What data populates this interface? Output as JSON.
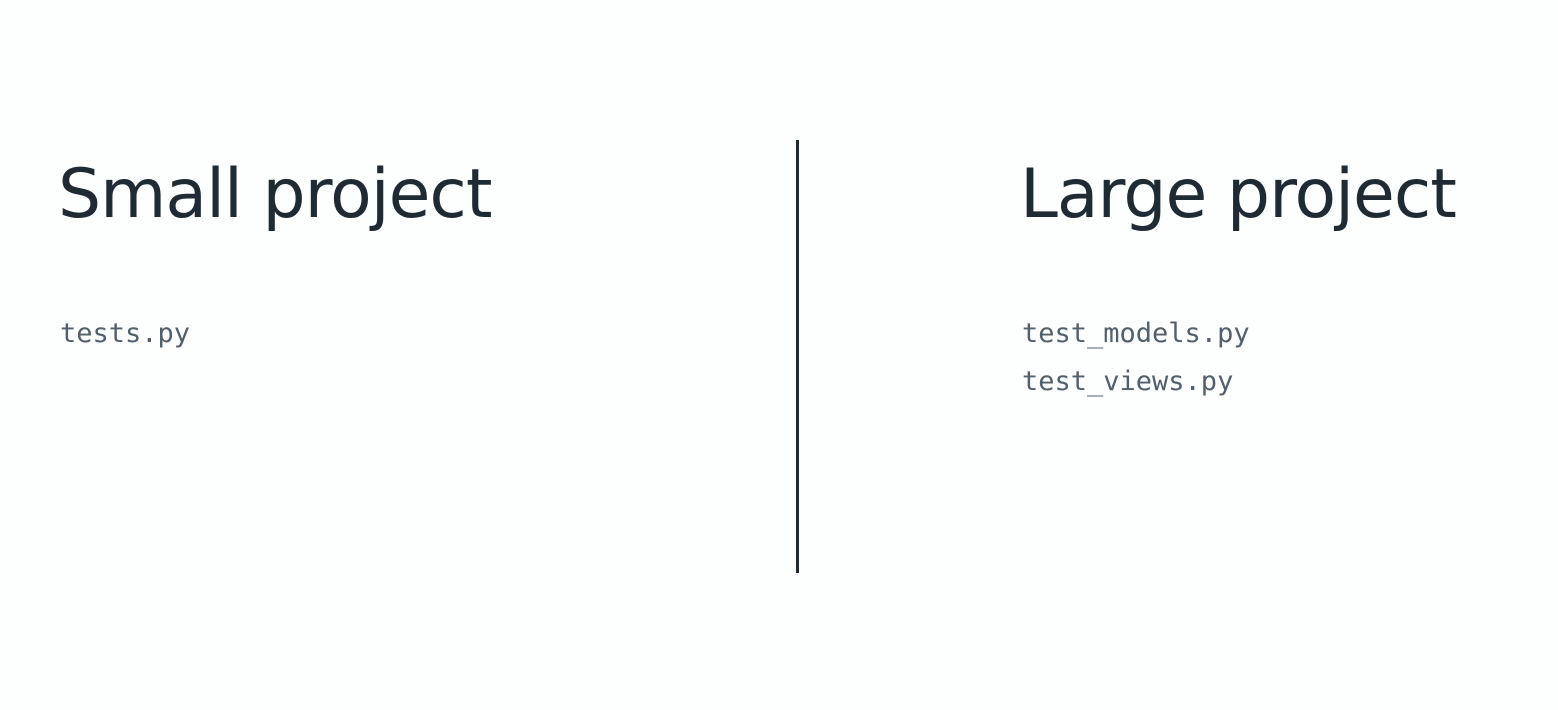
{
  "small_project": {
    "title": "Small project",
    "files": [
      "tests.py"
    ]
  },
  "large_project": {
    "title": "Large project",
    "files": [
      "test_models.py",
      "test_views.py"
    ]
  },
  "colors": {
    "background": "#fdfefe",
    "heading": "#1f2a33",
    "file_text": "#52606b",
    "divider": "#1f2a33"
  }
}
